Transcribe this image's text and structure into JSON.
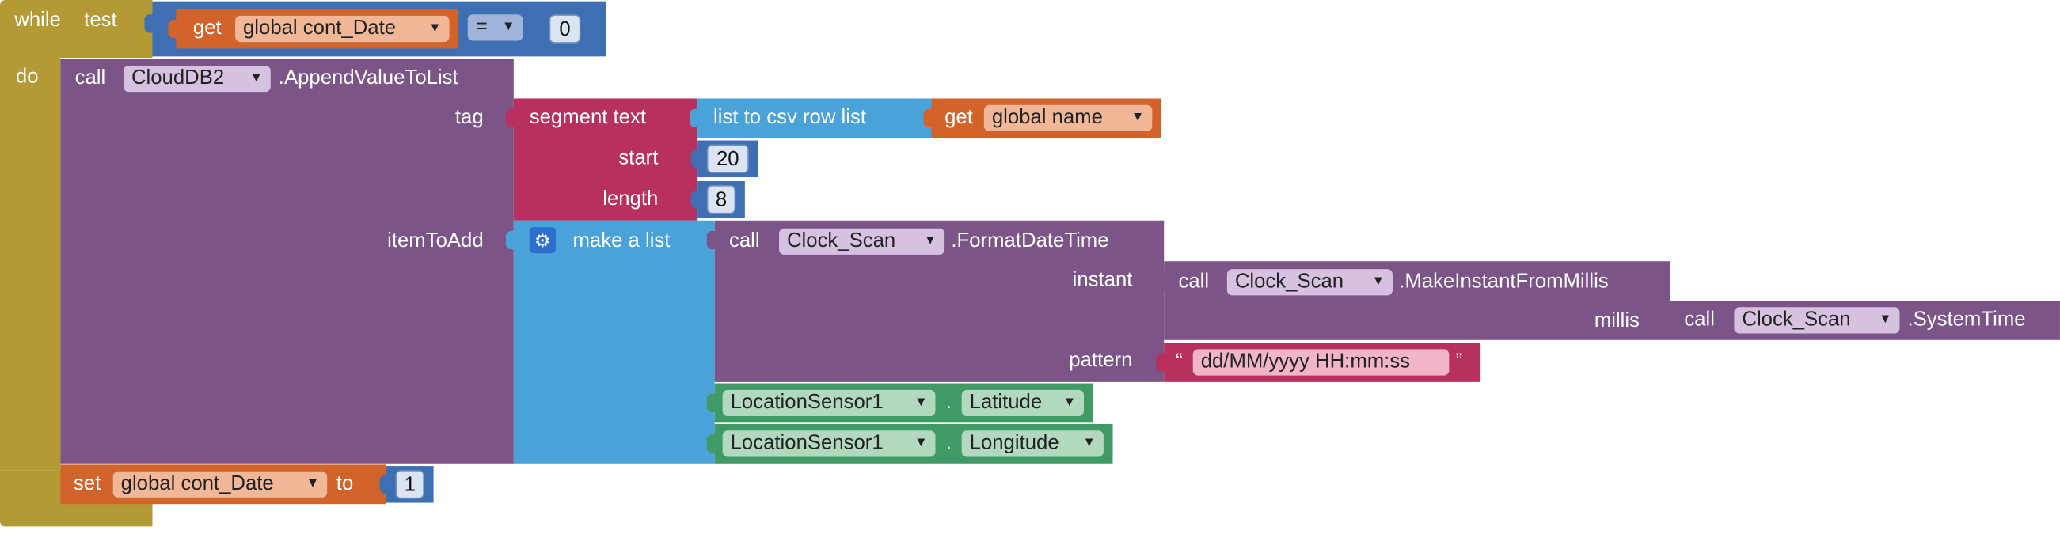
{
  "colors": {
    "control": "#b39a34",
    "procedure": "#7b5588",
    "text": "#b8305e",
    "list": "#4aa3d8",
    "variable": "#d2632b",
    "math": "#3e6fb3",
    "sensor": "#3f9a66"
  },
  "while_block": {
    "while_label": "while",
    "test_label": "test",
    "do_label": "do"
  },
  "compare_block": {
    "operator": "="
  },
  "test_get": {
    "label": "get",
    "variable": "global cont_Date"
  },
  "test_value": "0",
  "append_block": {
    "call_label": "call",
    "component": "CloudDB2",
    "method": ".AppendValueToList",
    "tag_label": "tag",
    "item_label": "itemToAdd"
  },
  "segment_block": {
    "title": "segment  text",
    "start_label": "start",
    "length_label": "length",
    "start_value": "20",
    "length_value": "8"
  },
  "csv_block": {
    "title": "list to csv row   list"
  },
  "name_get": {
    "label": "get",
    "variable": "global name"
  },
  "make_list": {
    "label": "make a list",
    "icon": "gear-icon"
  },
  "format_block": {
    "call_label": "call",
    "component": "Clock_Scan",
    "method": ".FormatDateTime",
    "instant_label": "instant",
    "pattern_label": "pattern"
  },
  "make_instant": {
    "call_label": "call",
    "component": "Clock_Scan",
    "method": ".MakeInstantFromMillis",
    "millis_label": "millis"
  },
  "system_time": {
    "call_label": "call",
    "component": "Clock_Scan",
    "method": ".SystemTime"
  },
  "pattern_text": {
    "open_quote": "“",
    "value": "dd/MM/yyyy HH:mm:ss",
    "close_quote": "”"
  },
  "latitude": {
    "component": "LocationSensor1",
    "dot": ".",
    "property": "Latitude"
  },
  "longitude": {
    "component": "LocationSensor1",
    "dot": ".",
    "property": "Longitude"
  },
  "set_block": {
    "set_label": "set",
    "variable": "global cont_Date",
    "to_label": "to",
    "value": "1"
  }
}
